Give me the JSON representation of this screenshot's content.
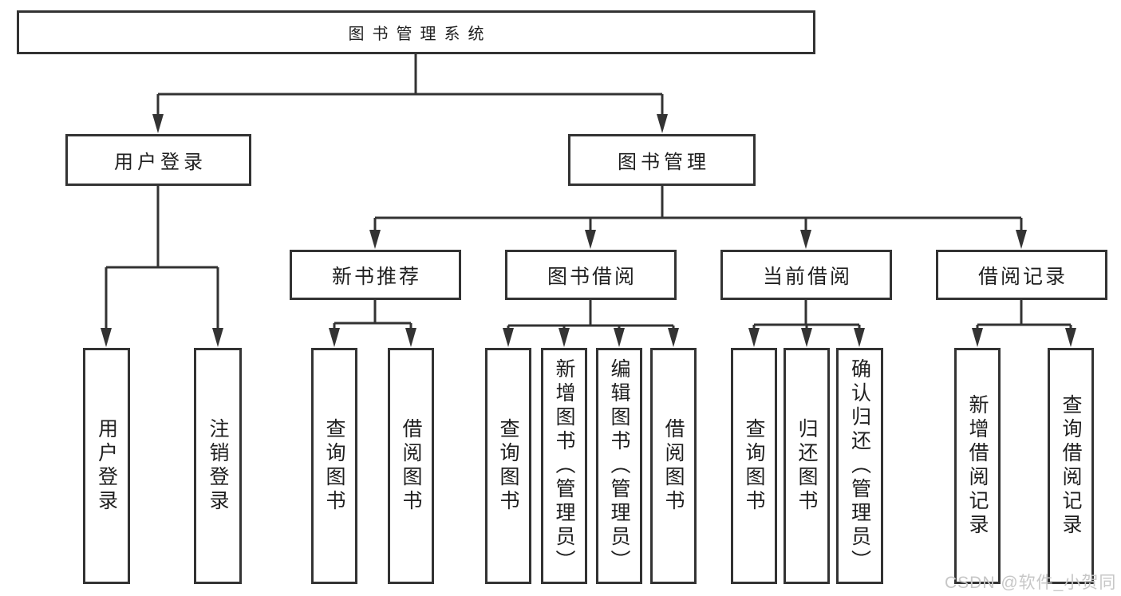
{
  "colors": {
    "line": "#333333",
    "text": "#1f1f1f",
    "box_background": "#ffffff",
    "watermark": "#c7c7c7"
  },
  "watermark": {
    "text": "CSDN @软件_小贺同学"
  },
  "tree": {
    "root": {
      "label": "图书管理系统",
      "children": [
        {
          "label": "用户登录",
          "children": [
            {
              "label": "用户登录"
            },
            {
              "label": "注销登录"
            }
          ]
        },
        {
          "label": "图书管理",
          "children": [
            {
              "label": "新书推荐",
              "children": [
                {
                  "label": "查询图书"
                },
                {
                  "label": "借阅图书"
                }
              ]
            },
            {
              "label": "图书借阅",
              "children": [
                {
                  "label": "查询图书"
                },
                {
                  "label": "新增图书（管理员）"
                },
                {
                  "label": "编辑图书（管理员）"
                },
                {
                  "label": "借阅图书"
                }
              ]
            },
            {
              "label": "当前借阅",
              "children": [
                {
                  "label": "查询图书"
                },
                {
                  "label": "归还图书"
                },
                {
                  "label": "确认归还（管理员）"
                }
              ]
            },
            {
              "label": "借阅记录",
              "children": [
                {
                  "label": "新增借阅记录"
                },
                {
                  "label": "查询借阅记录"
                }
              ]
            }
          ]
        }
      ]
    }
  }
}
